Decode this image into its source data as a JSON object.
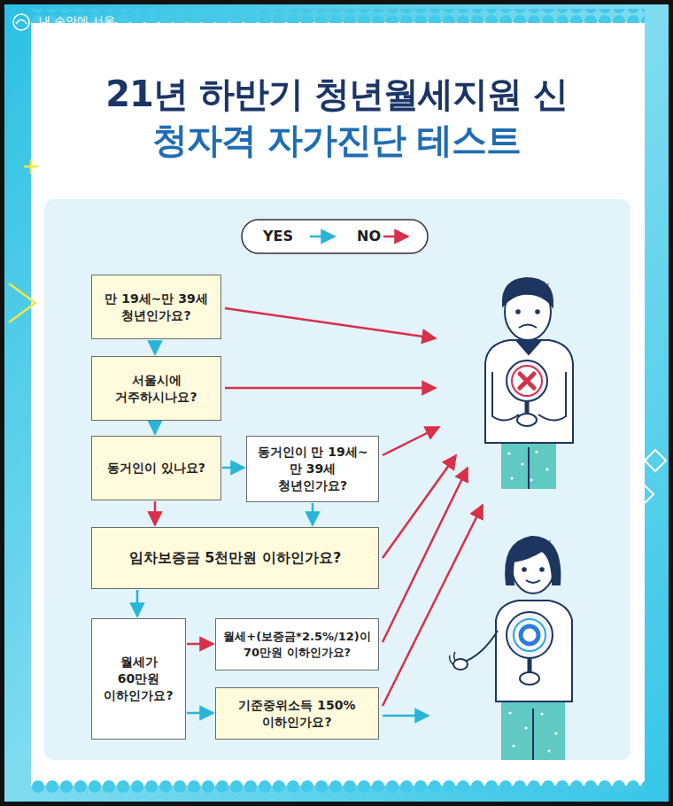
{
  "diagram": {
    "title": "21년 하반기 청년월세지원 신청자격 자가진단 테스트",
    "nodes": [
      {
        "text": [
          "만 19세~만 39세 청년인가요?"
        ]
      },
      {
        "text": [
          "서울시에 거주하시나요?"
        ]
      },
      {
        "text": [
          "동거인이 있나요?"
        ]
      },
      {
        "text": [
          "동거인이 만 19세~ 만 39세 청년인가요?"
        ]
      },
      {
        "text": [
          "임차보증금 5천만원 이하인가요?"
        ]
      },
      {
        "text": [
          "월세가 60만원 이하인가요?"
        ]
      },
      {
        "text": [
          "월세+(보증금*2.5%/12)이 70만원 이하인가요?"
        ]
      },
      {
        "text": [
          "기준중위소득 150% 이하인가요?"
        ]
      }
    ],
    "edges": [
      {
        "from": 0,
        "to": 1,
        "arrow": "to"
      },
      {
        "from": 1,
        "to": 2,
        "arrow": "to"
      },
      {
        "from": 2,
        "to": 3,
        "arrow": "to"
      },
      {
        "from": 2,
        "to": 4,
        "arrow": "to"
      },
      {
        "from": 3,
        "to": 4,
        "arrow": "to"
      },
      {
        "from": 4,
        "to": 5,
        "arrow": "to"
      },
      {
        "from": 5,
        "to": 6,
        "arrow": "to"
      },
      {
        "from": 5,
        "to": 7,
        "arrow": "to"
      }
    ],
    "labels": [
      "내 손안에 서울"
    ],
    "legend": [
      {
        "text": "YES"
      },
      {
        "text": "NO"
      }
    ]
  }
}
